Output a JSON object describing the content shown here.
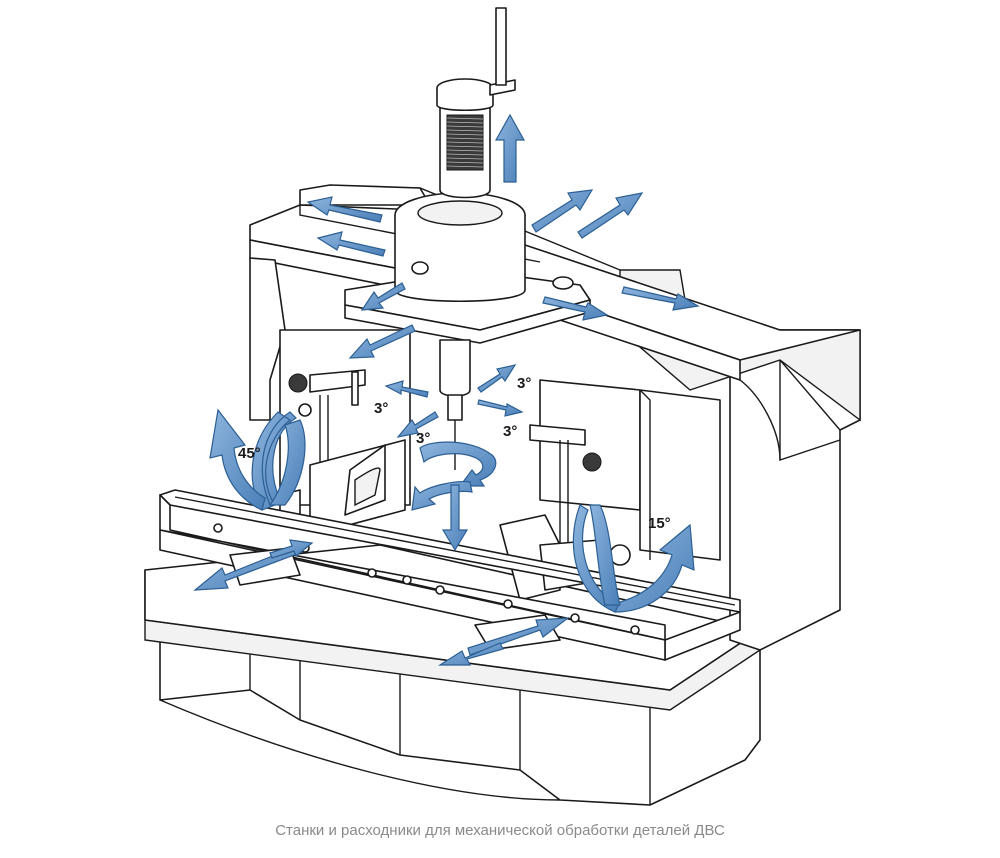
{
  "diagram": {
    "labels": {
      "angle_45": "45°",
      "angle_15": "15°",
      "tilt_left": "3°",
      "tilt_center": "3°",
      "tilt_right_upper": "3°",
      "tilt_right_lower": "3°"
    },
    "colors": {
      "arrow_fill": "#5b8fc6",
      "arrow_stroke": "#2c5f93",
      "line": "#1a1a1a",
      "background": "#ffffff"
    }
  },
  "caption": "Станки и расходники для механической обработки деталей ДВС"
}
